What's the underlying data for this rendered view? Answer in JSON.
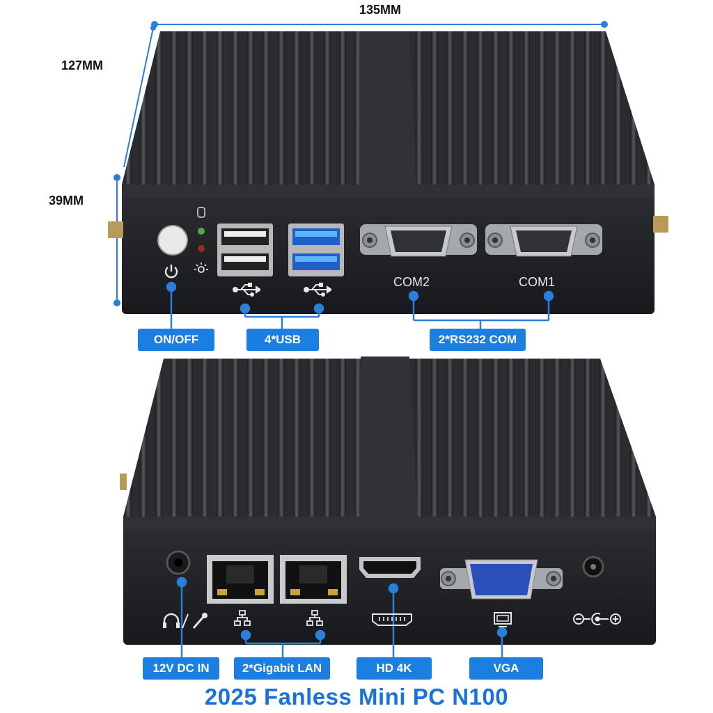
{
  "dimensions": {
    "width": "135MM",
    "depth": "127MM",
    "height": "39MM"
  },
  "front_panel": {
    "com2_label": "COM2",
    "com1_label": "COM1",
    "tags": {
      "onoff": "ON/OFF",
      "usb": "4*USB",
      "com": "2*RS232 COM"
    }
  },
  "rear_panel": {
    "tags": {
      "dcin": "12V DC IN",
      "lan": "2*Gigabit LAN",
      "hdmi": "HD 4K",
      "vga": "VGA"
    }
  },
  "footer_title": "2025 Fanless Mini PC N100",
  "colors": {
    "accent": "#1a7fe0",
    "title": "#1a73d9",
    "chassis": "#222428"
  },
  "icons": [
    "power-icon",
    "usb-icon",
    "lan-icon",
    "hdmi-icon",
    "vga-icon",
    "headphone-mic-icon",
    "dc-polarity-icon",
    "hdd-led-icon",
    "power-led-icon"
  ]
}
